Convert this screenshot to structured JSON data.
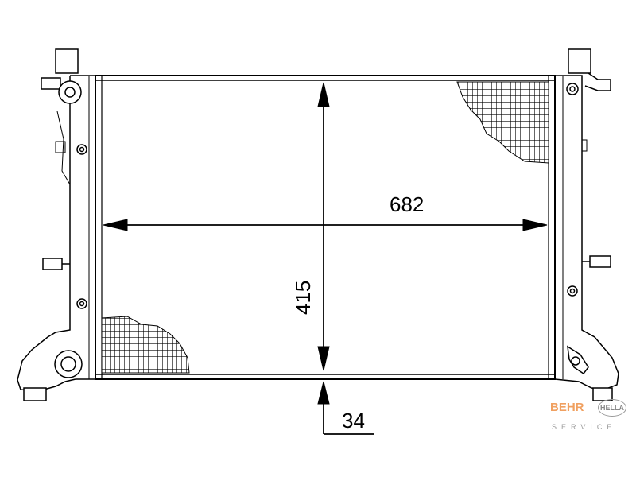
{
  "diagram": {
    "width_label": "682",
    "height_label": "415",
    "depth_label": "34"
  },
  "branding": {
    "behr": "BEHR",
    "hella": "HELLA",
    "service": "SERVICE"
  },
  "colors": {
    "line": "#000000",
    "behr_orange": "#f0a060",
    "logo_gray": "#999999"
  }
}
